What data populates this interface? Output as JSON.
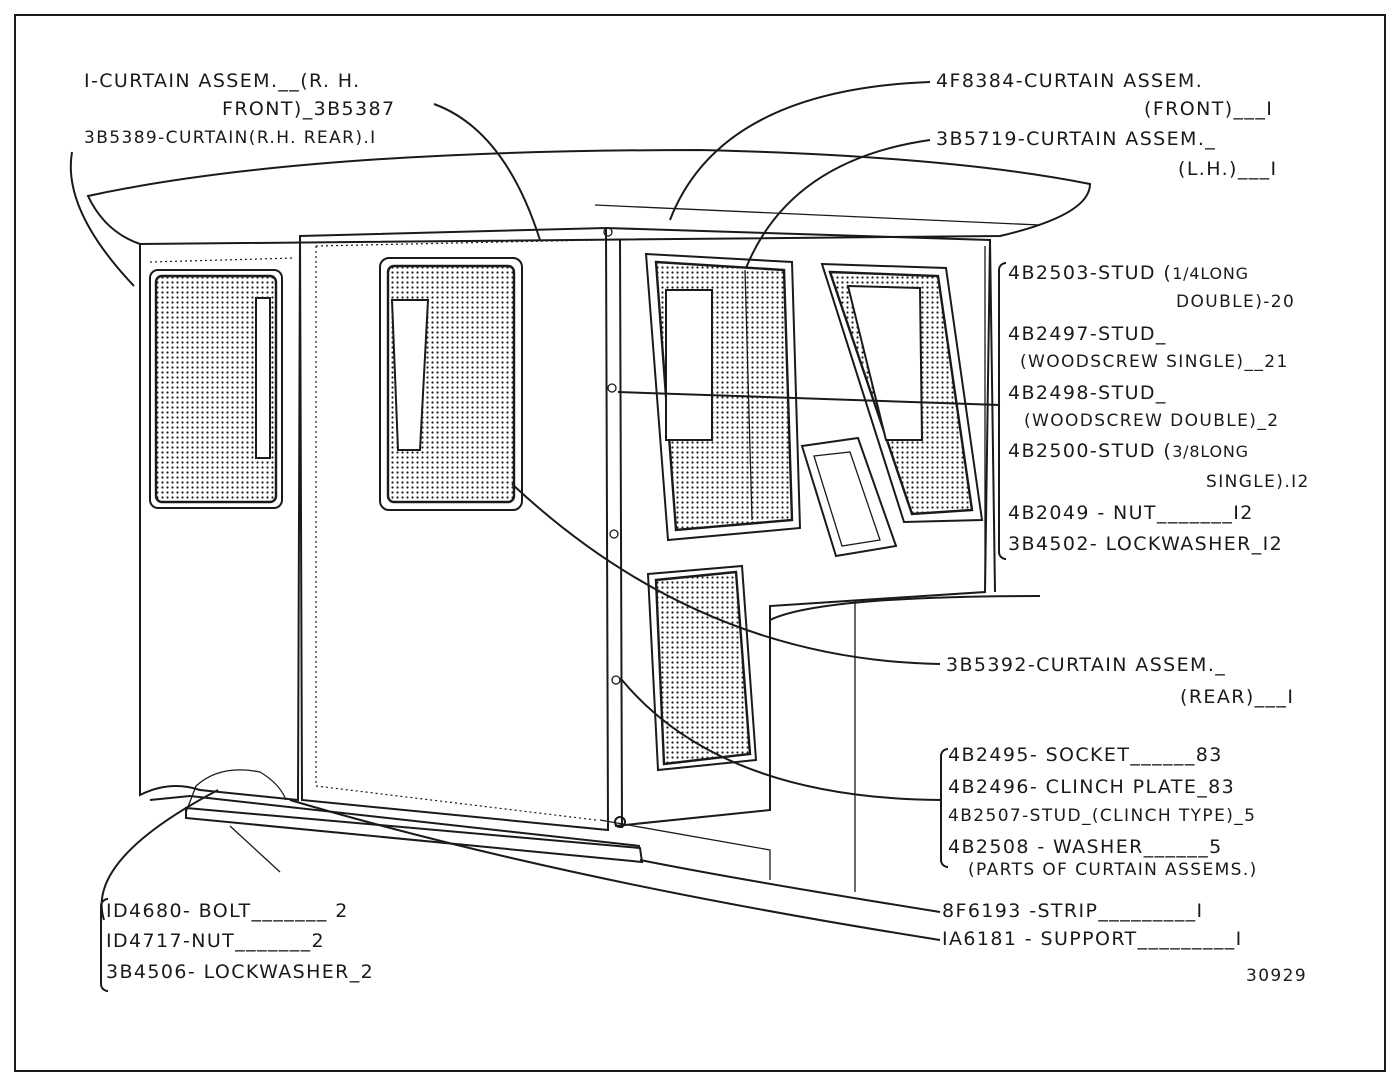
{
  "drawing_number": "30929",
  "labels": {
    "curtain_rh_front_a": "I-CURTAIN ASSEM.__(R. H.",
    "curtain_rh_front_b": "FRONT)_3B5387",
    "curtain_rh_rear": "3B5389-CURTAIN(R.H. REAR).I",
    "curtain_front_a": "4F8384-CURTAIN ASSEM.",
    "curtain_front_b": "(FRONT)___I",
    "curtain_lh_a": "3B5719-CURTAIN ASSEM._",
    "curtain_lh_b": "(L.H.)___I",
    "stud_2503_a": "4B2503-STUD (",
    "stud_2503_frac": "1/4",
    "stud_2503_long": "LONG",
    "stud_2503_b": "DOUBLE)-20",
    "stud_2497_a": "4B2497-STUD_",
    "stud_2497_b": "(WOODSCREW SINGLE)__21",
    "stud_2498_a": "4B2498-STUD_",
    "stud_2498_b": "(WOODSCREW DOUBLE)_2",
    "stud_2500_a": "4B2500-STUD (",
    "stud_2500_frac": "3/8",
    "stud_2500_long": "LONG",
    "stud_2500_b": "SINGLE).I2",
    "nut_2049": "4B2049 - NUT_______I2",
    "lockwasher_4502": "3B4502- LOCKWASHER_I2",
    "curtain_rear_a": "3B5392-CURTAIN ASSEM._",
    "curtain_rear_b": "(REAR)___I",
    "socket_2495": "4B2495- SOCKET______83",
    "clinch_2496": "4B2496- CLINCH PLATE_83",
    "stud_2507": "4B2507-STUD_(CLINCH TYPE)_5",
    "washer_2508": "4B2508 - WASHER______5",
    "parts_note": "(PARTS OF CURTAIN ASSEMS.)",
    "strip_6193": "8F6193 -STRIP_________I",
    "support_6181": "IA6181 - SUPPORT_________I",
    "bolt_4680": "ID4680- BOLT_______ 2",
    "nut_4717": "ID4717-NUT_______2",
    "lockwasher_4506": "3B4506- LOCKWASHER_2"
  }
}
